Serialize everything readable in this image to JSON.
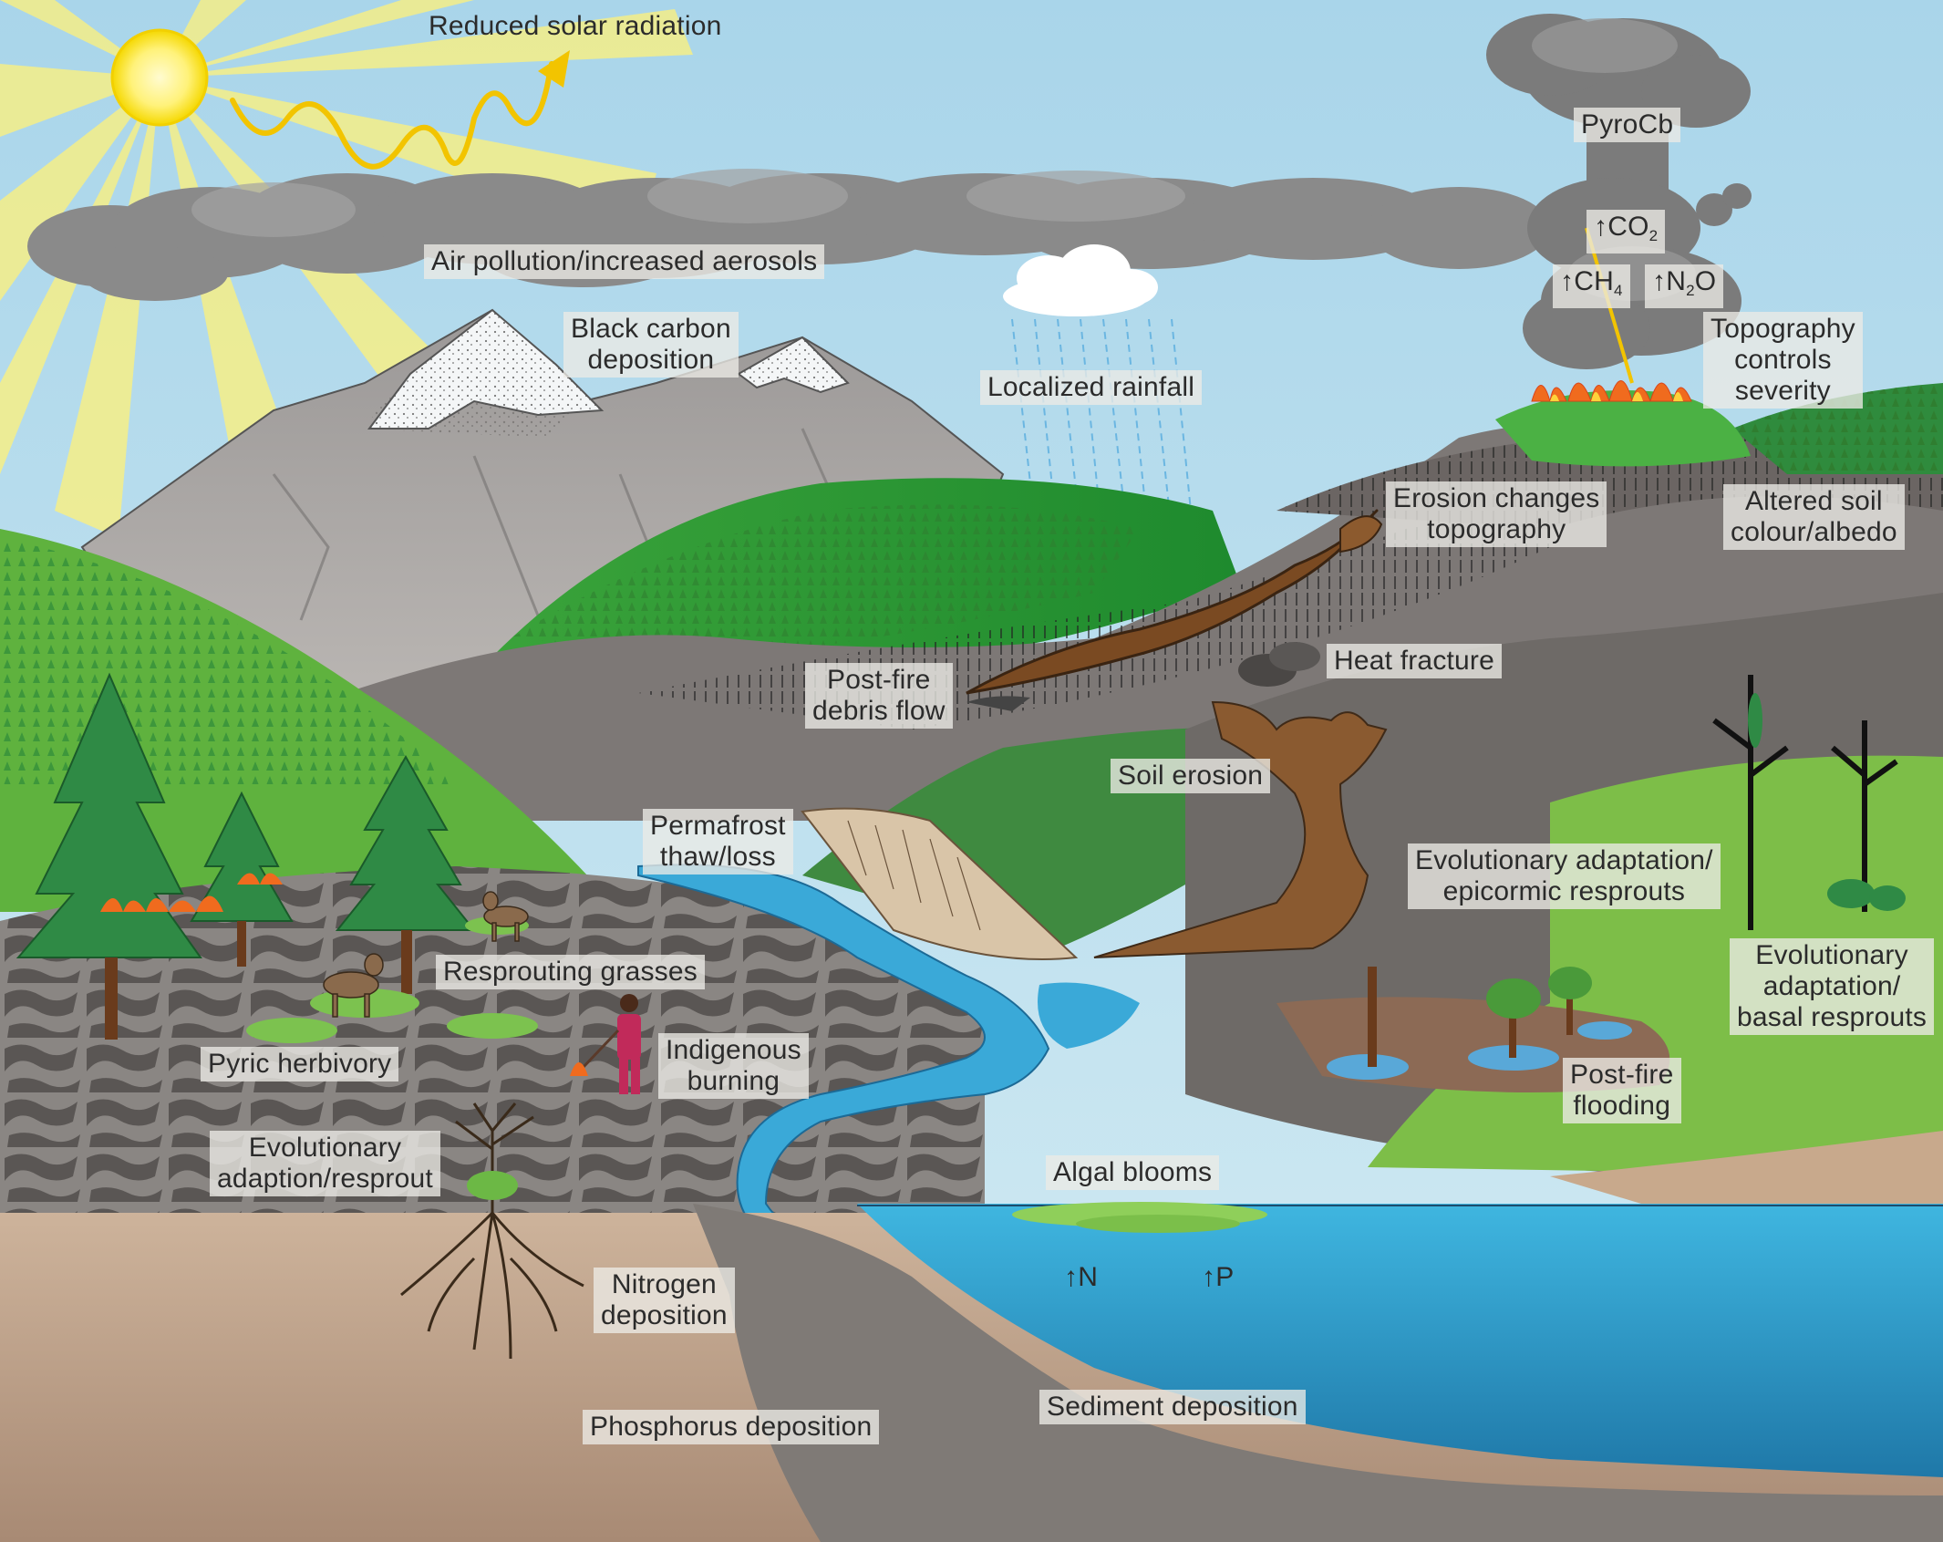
{
  "labels": {
    "solar": "Reduced solar radiation",
    "aerosols": "Air pollution/increased aerosols",
    "pyrocb": "PyroCb",
    "co2_prefix": "↑CO",
    "co2_sub": "2",
    "ch4_prefix": "↑CH",
    "ch4_sub": "4",
    "n2o_prefix": "↑N",
    "n2o_sub": "2",
    "n2o_suffix": "O",
    "black_carbon": [
      "Black carbon",
      "deposition"
    ],
    "rainfall": "Localized rainfall",
    "topography_controls": [
      "Topography",
      "controls",
      "severity"
    ],
    "erosion_topography": [
      "Erosion changes",
      "topography"
    ],
    "altered_soil": [
      "Altered soil",
      "colour/albedo"
    ],
    "heat_fracture": "Heat fracture",
    "debris_flow": [
      "Post-fire",
      "debris flow"
    ],
    "soil_erosion": "Soil erosion",
    "permafrost": [
      "Permafrost",
      "thaw/loss"
    ],
    "epicormic": [
      "Evolutionary adaptation/",
      "epicormic resprouts"
    ],
    "basal": [
      "Evolutionary",
      "adaptation/",
      "basal resprouts"
    ],
    "resprouting_grasses": "Resprouting grasses",
    "pyric_herbivory": "Pyric herbivory",
    "indigenous": [
      "Indigenous",
      "burning"
    ],
    "resprout": [
      "Evolutionary",
      "adaption/resprout"
    ],
    "post_fire_flooding": [
      "Post-fire",
      "flooding"
    ],
    "algal_blooms": "Algal blooms",
    "n_arrow": "↑N",
    "p_arrow": "↑P",
    "nitrogen": [
      "Nitrogen",
      "deposition"
    ],
    "phosphorus": "Phosphorus deposition",
    "sediment": "Sediment deposition"
  },
  "colors": {
    "sky": "#bfe0ee",
    "forest_green": "#5ea63a",
    "burnt": "#6e6a66",
    "water": "#3ab0dc",
    "soil": "#c4a78e",
    "smoke": "#808080"
  }
}
